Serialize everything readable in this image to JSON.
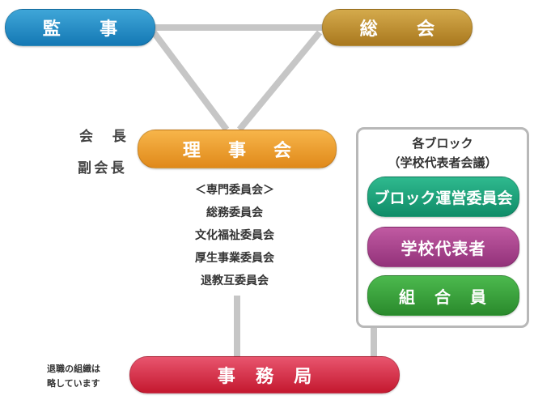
{
  "top_left": "監　事",
  "top_right": "総　会",
  "board": "理 事 会",
  "chair": "会　長",
  "vice_chair": "副会長",
  "committees": [
    "＜専門委員会＞",
    "総務委員会",
    "文化福祉委員会",
    "厚生事業委員会",
    "退教互委員会"
  ],
  "block": {
    "title_line1": "各ブロック",
    "title_line2": "（学校代表者会議）",
    "items": [
      "ブロック運営委員会",
      "学校代表者",
      "組　合　員"
    ]
  },
  "secretariat": "事 務 局",
  "note_line1": "退職の組織は",
  "note_line2": "略しています"
}
